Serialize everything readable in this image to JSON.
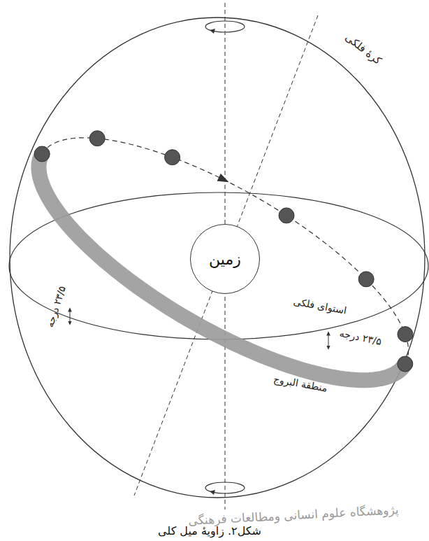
{
  "diagram": {
    "caption": "شکل۲. زاویهٔ میل کلی",
    "nodes": [
      {
        "text": [
          "زمین"
        ]
      }
    ],
    "labels": [
      "کرهٔ فلکی",
      "۲۳/۵ درجه",
      "استوای فلکی",
      "۲۳/۵ درجه",
      "منطقة البروج",
      "پژوهشگاه علوم انسانی ومطالعات فرهنگی"
    ]
  }
}
